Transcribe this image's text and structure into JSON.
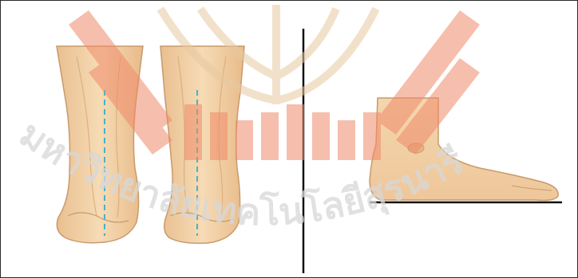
{
  "figure": {
    "panels": [
      {
        "name": "rear-view-feet",
        "description_visible": ""
      },
      {
        "name": "side-view-foot",
        "description_visible": ""
      }
    ]
  },
  "watermark": {
    "text": "มหาวิทยาลัยเทคโนโลยีสุรนารี",
    "color": "#d8d8d8",
    "emblem_color": "#e8c9a0",
    "stripe_color": "#f08a6a"
  },
  "colors": {
    "skin": "#f3d3a8",
    "skin_shadow": "#e6b886",
    "skin_outline": "#c89a6c",
    "alignment_line": "#45b3c8",
    "divider": "#111111"
  }
}
